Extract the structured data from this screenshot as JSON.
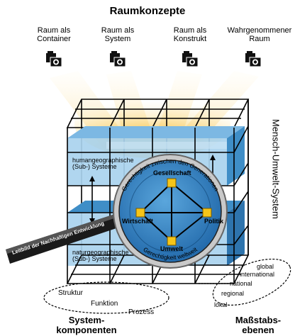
{
  "title": "Raumkonzepte",
  "concepts": [
    {
      "label": "Raum als\nContainer",
      "icon": "camera-icon"
    },
    {
      "label": "Raum als\nSystem",
      "icon": "camera-icon"
    },
    {
      "label": "Raum als\nKonstrukt",
      "icon": "camera-icon"
    },
    {
      "label": "Wahrgenommener\nRaum",
      "icon": "camera-icon"
    }
  ],
  "side_label": "Mensch-Umwelt-System",
  "layers": {
    "upper": "humangeographische\n(Sub-) Systeme",
    "lower": "naturgeographische\n(Sub-) Systeme"
  },
  "magnifier": {
    "handle_label": "Leitbild der Nachhaltigen Entwicklung",
    "arc_top": "Gerechtigkeit zwischen den Generationen",
    "arc_bottom": "Gerechtigkeit weltweit"
  },
  "nodes": {
    "top": "Gesellschaft",
    "left": "Wirtschaft",
    "right": "Politik",
    "bottom": "Umwelt"
  },
  "components": {
    "items": [
      "Struktur",
      "Funktion",
      "Prozess"
    ],
    "label": "System-\nkomponenten"
  },
  "scales": {
    "items": [
      "global",
      "international",
      "national",
      "regional",
      "lokal"
    ],
    "label": "Maßstabs-\nebenen"
  },
  "colors": {
    "layer_light": "#a9d3ee",
    "layer_dark": "#3f8ec7",
    "light_beam": "#f7c23f",
    "lens": "#2e7fc0",
    "node": "#f5c518"
  }
}
